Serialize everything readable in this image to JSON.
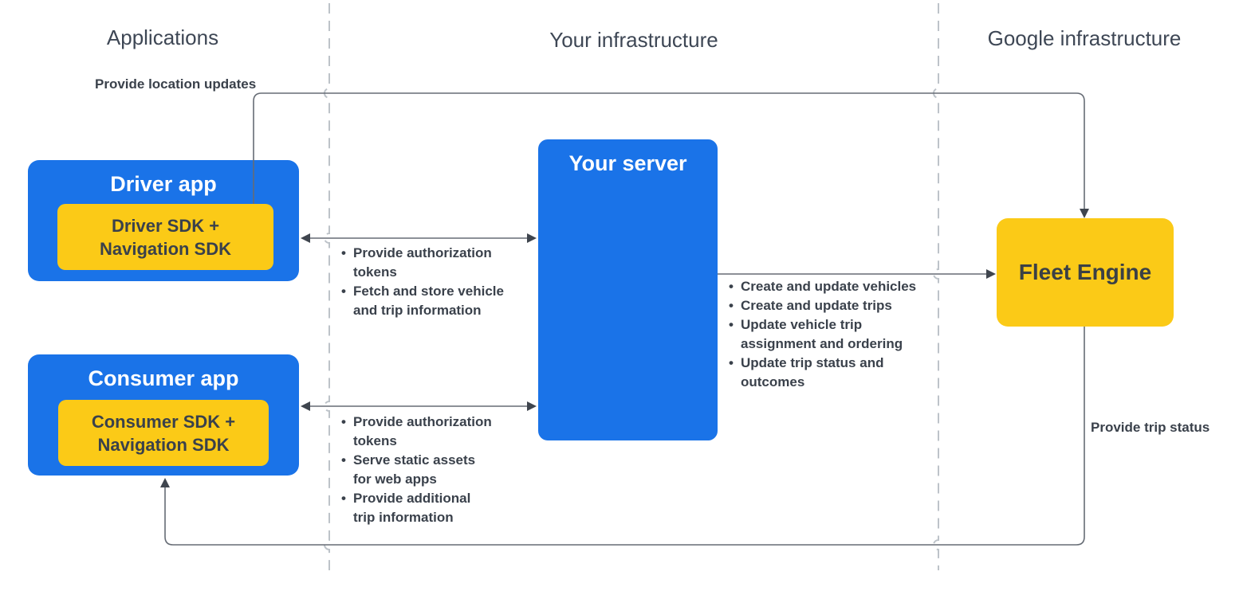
{
  "lanes": {
    "applications": "Applications",
    "your_infrastructure": "Your infrastructure",
    "google_infrastructure": "Google infrastructure"
  },
  "nodes": {
    "driver_app": {
      "title": "Driver app",
      "sdk": "Driver SDK +\nNavigation SDK"
    },
    "consumer_app": {
      "title": "Consumer app",
      "sdk": "Consumer SDK +\nNavigation SDK"
    },
    "your_server": {
      "title": "Your server"
    },
    "fleet_engine": {
      "title": "Fleet Engine"
    }
  },
  "edge_labels": {
    "provide_location_updates": "Provide location updates",
    "provide_trip_status": "Provide trip status"
  },
  "bullet_lists": {
    "driver_to_server": {
      "items": [
        "Provide authorization\ntokens",
        "Fetch and store vehicle\nand trip information"
      ]
    },
    "server_to_fleet": {
      "items": [
        "Create and update vehicles",
        "Create and update trips",
        "Update vehicle trip\nassignment and ordering",
        "Update trip status and\noutcomes"
      ]
    },
    "consumer_to_server": {
      "items": [
        "Provide authorization\ntokens",
        "Serve static assets\nfor web apps",
        "Provide additional\ntrip information"
      ]
    }
  },
  "colors": {
    "node_blue": "#1a73e8",
    "node_yellow": "#fbca17",
    "text_dark": "#3a414b",
    "lane_text": "#3e4755",
    "solid_line": "#666c75",
    "dashed_line": "#bdc3c9"
  }
}
